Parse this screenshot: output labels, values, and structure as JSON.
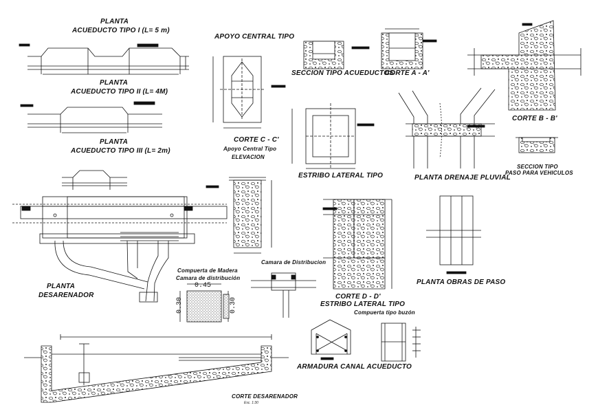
{
  "drawing": {
    "colors": {
      "line": "#111111",
      "background": "#ffffff",
      "hatch": "#333333"
    }
  },
  "titles": {
    "planta_acueducto_1_a": "PLANTA",
    "planta_acueducto_1_b": "ACUEDUCTO TIPO I (L= 5 m)",
    "planta_acueducto_2_a": "PLANTA",
    "planta_acueducto_2_b": "ACUEDUCTO TIPO II (L= 4M)",
    "planta_acueducto_3_a": "PLANTA",
    "planta_acueducto_3_b": "ACUEDUCTO TIPO III (L= 2m)",
    "apoyo_central": "APOYO CENTRAL TIPO",
    "seccion_acueductos": "SECCION TIPO ACUEDUCTOS",
    "corte_aa": "CORTE A - A'",
    "corte_cc": "CORTE C - C'",
    "apoyo_central_elev_a": "Apoyo Central Tipo",
    "apoyo_central_elev_b": "ELEVACION",
    "estribo_lateral": "ESTRIBO LATERAL TIPO",
    "planta_drenaje": "PLANTA DRENAJE PLUVIAL",
    "corte_bb": "CORTE B - B'",
    "seccion_paso_a": "SECCION TIPO",
    "seccion_paso_b": "PASO PARA VEHICULOS",
    "planta_desarenador_a": "PLANTA",
    "planta_desarenador_b": "DESARENADOR",
    "compuerta_madera_a": "Compuerta de Madera",
    "compuerta_madera_b": "Camara de distribución",
    "camara_distribucion": "Camara de Distribucion",
    "corte_dd": "CORTE D - D'",
    "estribo_lateral_2": "ESTRIBO LATERAL TIPO",
    "compuerta_buzon": "Compuerta tipo buzón",
    "planta_obras_paso": "PLANTA OBRAS DE PASO",
    "armadura_canal": "ARMADURA CANAL ACUEDUCTO",
    "corte_desarenador": "CORTE DESARENADOR",
    "corte_desarenador_scale": "Esc. 1:30"
  },
  "dimensions": {
    "compuerta_width": "0.45",
    "compuerta_height_left": "0.30",
    "compuerta_height_right": "0.30"
  }
}
